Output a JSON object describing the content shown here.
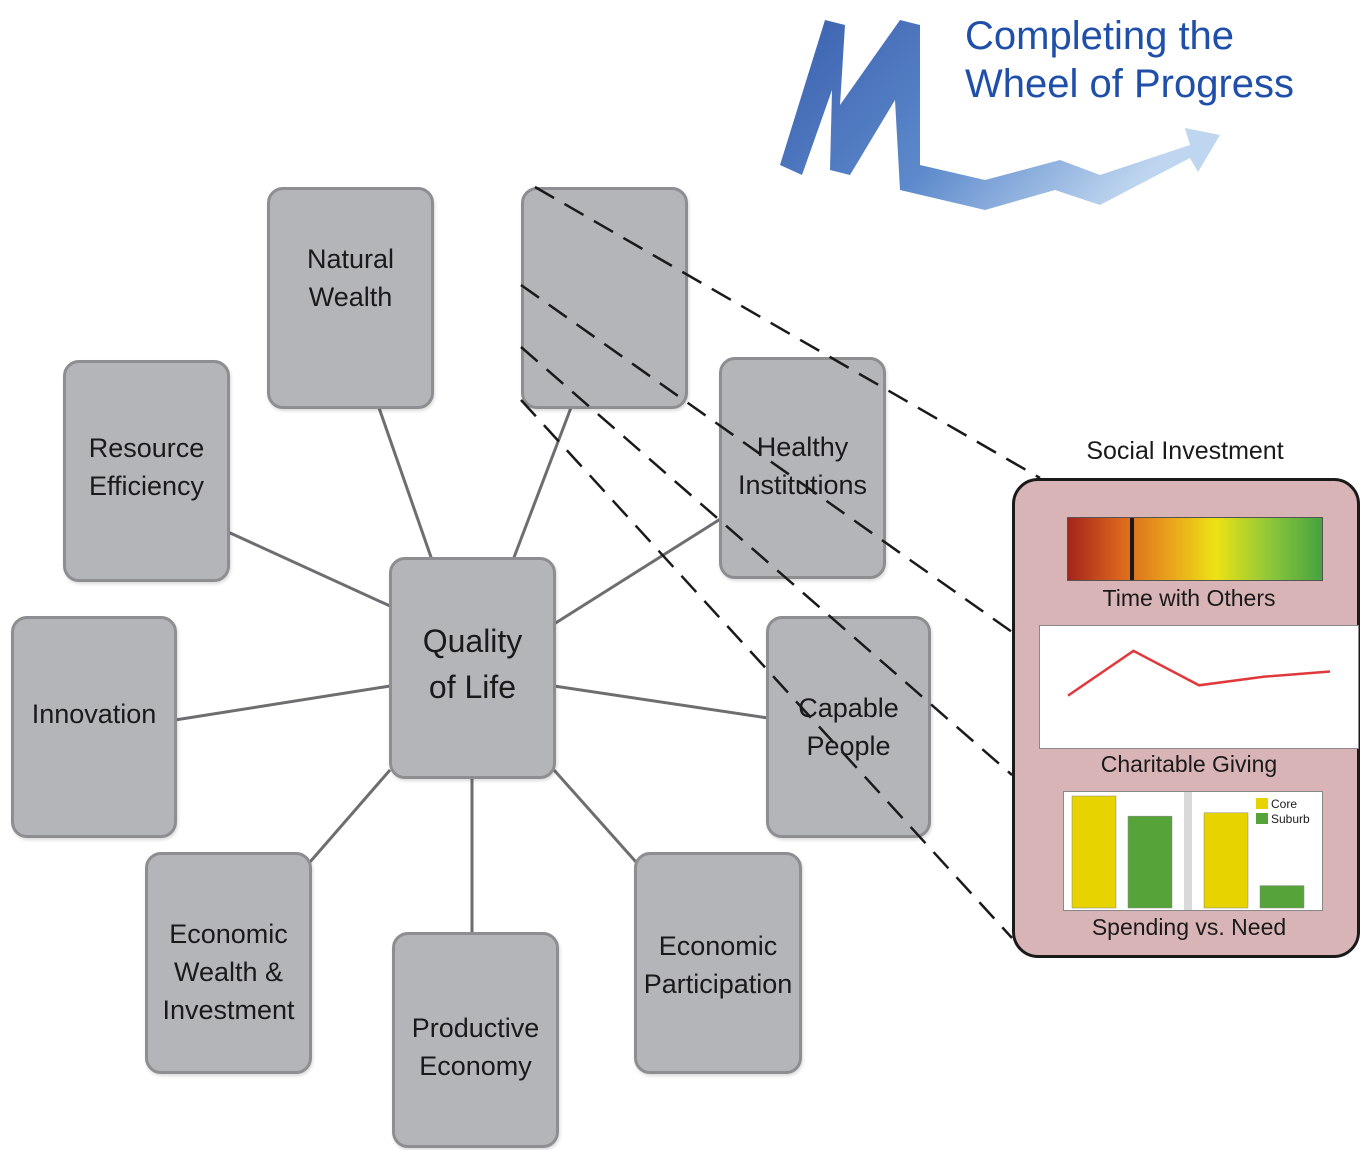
{
  "title": "Completing the\nWheel of Progress",
  "wheel": {
    "center": "Quality\nof Life",
    "nodes": {
      "natural_wealth": "Natural\nWealth",
      "social_investment_node": "",
      "healthy_institutions": "Healthy\nInstitutions",
      "capable_people": "Capable\nPeople",
      "economic_participation": "Economic\nParticipation",
      "productive_economy": "Productive\nEconomy",
      "economic_wealth": "Economic\nWealth &\nInvestment",
      "innovation": "Innovation",
      "resource_efficiency": "Resource\nEfficiency"
    }
  },
  "panel": {
    "heading": "Social Investment",
    "gauge": {
      "label": "Time with Others",
      "value_fraction": 0.25
    },
    "line": {
      "label": "Charitable Giving",
      "values": [
        2.0,
        4.6,
        2.6,
        3.1,
        3.4
      ]
    },
    "bars": {
      "label": "Spending vs. Need",
      "legend": [
        "Core",
        "Suburb"
      ],
      "groups": [
        {
          "core": 1.0,
          "suburb": 0.82
        },
        {
          "core": 0.85,
          "suburb": 0.2
        }
      ]
    }
  },
  "colors": {
    "node_fill": "#b4b5b9",
    "title": "#1f4fa8",
    "panel_fill": "#d8b4b6",
    "line_series": "#e0383b",
    "core": "#e6d300",
    "suburb": "#56a33a"
  }
}
